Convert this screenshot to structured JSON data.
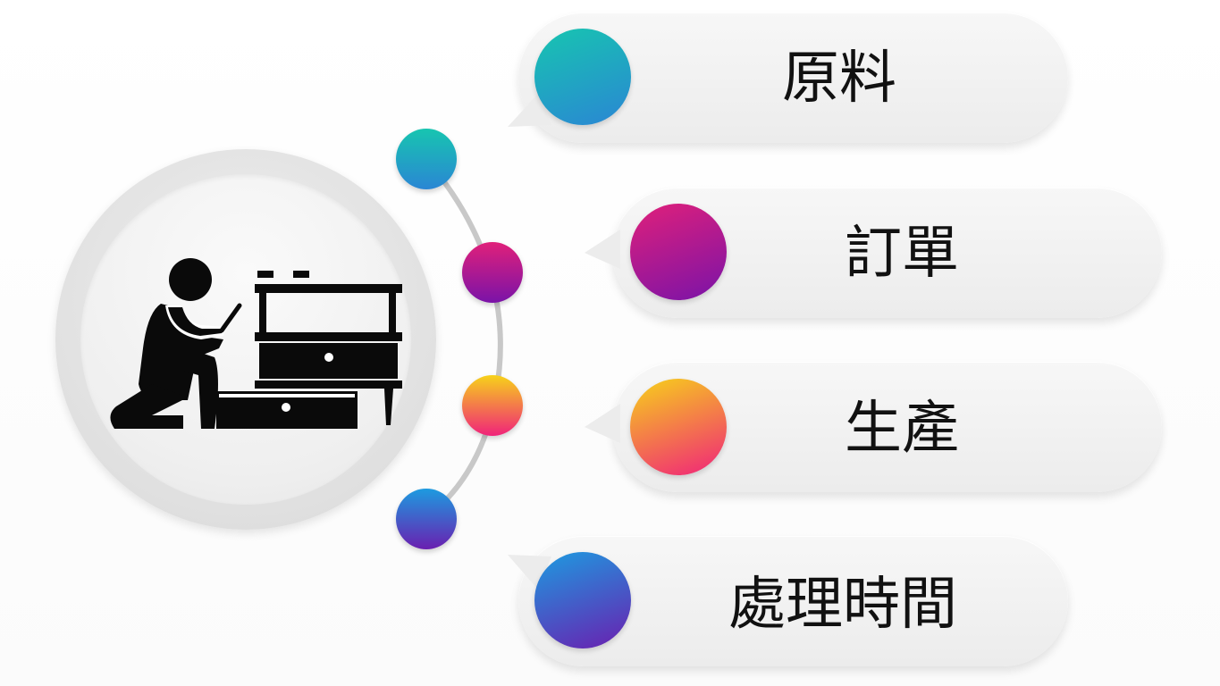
{
  "hub": {
    "icon": "worker-assembling-furniture-icon"
  },
  "items": [
    {
      "label": "原料",
      "color_from": "#17c5b0",
      "color_to": "#2a86d4"
    },
    {
      "label": "訂單",
      "color_from": "#e0207a",
      "color_to": "#7a13a8"
    },
    {
      "label": "生產",
      "color_from": "#f7d21a",
      "color_to": "#f0237a"
    },
    {
      "label": "處理時間",
      "color_from": "#1d9be0",
      "color_to": "#6a1fb0"
    }
  ],
  "colors": {
    "bubble_bg": "#f0f0f0",
    "arc": "#c8c8c8",
    "hub_ring": "#e0e0e0"
  }
}
